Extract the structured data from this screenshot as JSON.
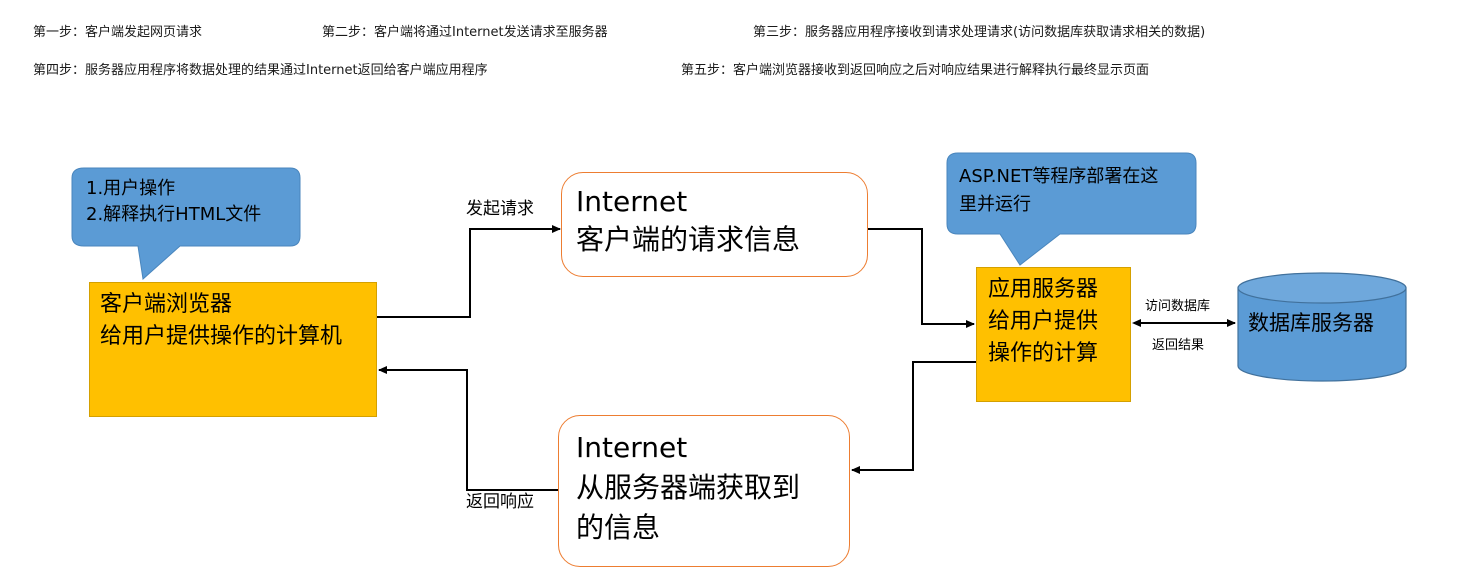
{
  "steps": {
    "s1": "第一步：客户端发起网页请求",
    "s2": "第二步：客户端将通过Internet发送请求至服务器",
    "s3": "第三步：服务器应用程序接收到请求处理请求(访问数据库获取请求相关的数据)",
    "s4": "第四步：服务器应用程序将数据处理的结果通过Internet返回给客户端应用程序",
    "s5": "第五步：客户端浏览器接收到返回响应之后对响应结果进行解释执行最终显示页面"
  },
  "client_callout": {
    "line1": "1.用户操作",
    "line2": "2.解释执行HTML文件"
  },
  "client_box": {
    "line1": "客户端浏览器",
    "line2": "给用户提供操作的计算机"
  },
  "request_box": {
    "line1": "Internet",
    "line2": "客户端的请求信息"
  },
  "response_box": {
    "line1": "Internet",
    "line2": "从服务器端获取到",
    "line3": "的信息"
  },
  "server_callout": {
    "line1": "ASP.NET等程序部署在这",
    "line2": "里并运行"
  },
  "server_box": {
    "line1": "应用服务器",
    "line2": "给用户提供",
    "line3": "操作的计算"
  },
  "database": {
    "label": "数据库服务器"
  },
  "labels": {
    "send_request": "发起请求",
    "return_response": "返回响应",
    "access_db": "访问数据库",
    "return_result": "返回结果"
  },
  "colors": {
    "yellow": "#ffc000",
    "callout_blue": "#5b9bd5",
    "orange_border": "#ed7d31",
    "db_blue": "#5b9bd5"
  }
}
